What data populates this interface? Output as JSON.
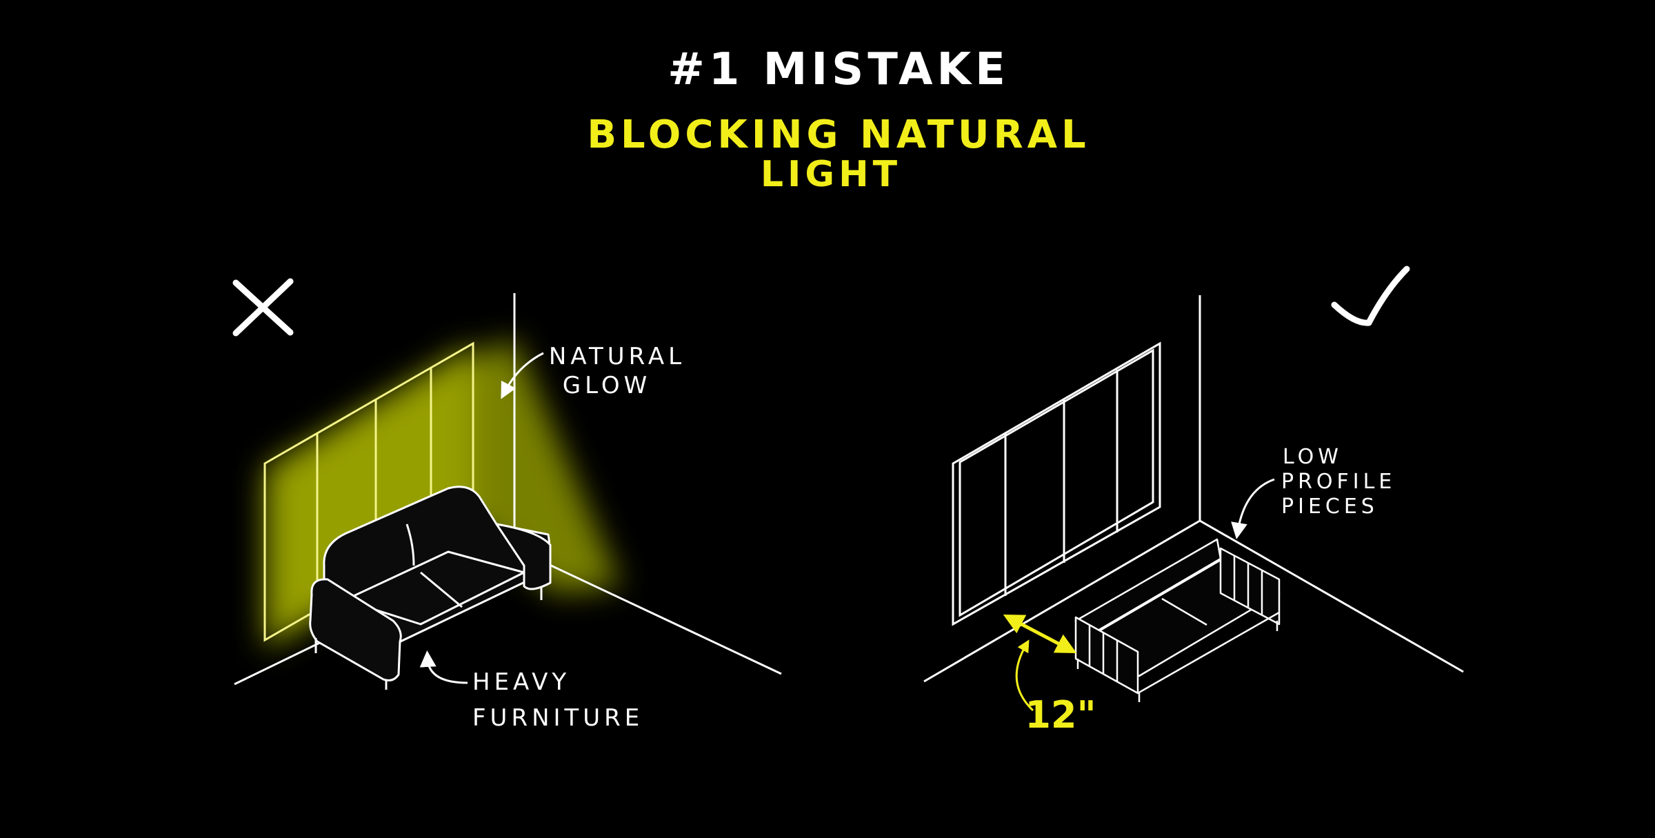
{
  "header": {
    "title": "#1 MISTAKE",
    "subtitle_line1": "BLOCKING NATURAL",
    "subtitle_line2": "LIGHT"
  },
  "left_panel": {
    "verdict_icon": "x-mark-icon",
    "label_glow_line1": "NATURAL",
    "label_glow_line2": "GLOW",
    "label_furniture_line1": "HEAVY",
    "label_furniture_line2": "FURNITURE"
  },
  "right_panel": {
    "verdict_icon": "check-mark-icon",
    "label_pieces_line1": "LOW",
    "label_pieces_line2": "PROFILE",
    "label_pieces_line3": "PIECES",
    "dimension_label": "12\""
  },
  "colors": {
    "background": "#000000",
    "line": "#ffffff",
    "accent": "#f2ee1a",
    "glow": "#c8d400"
  }
}
